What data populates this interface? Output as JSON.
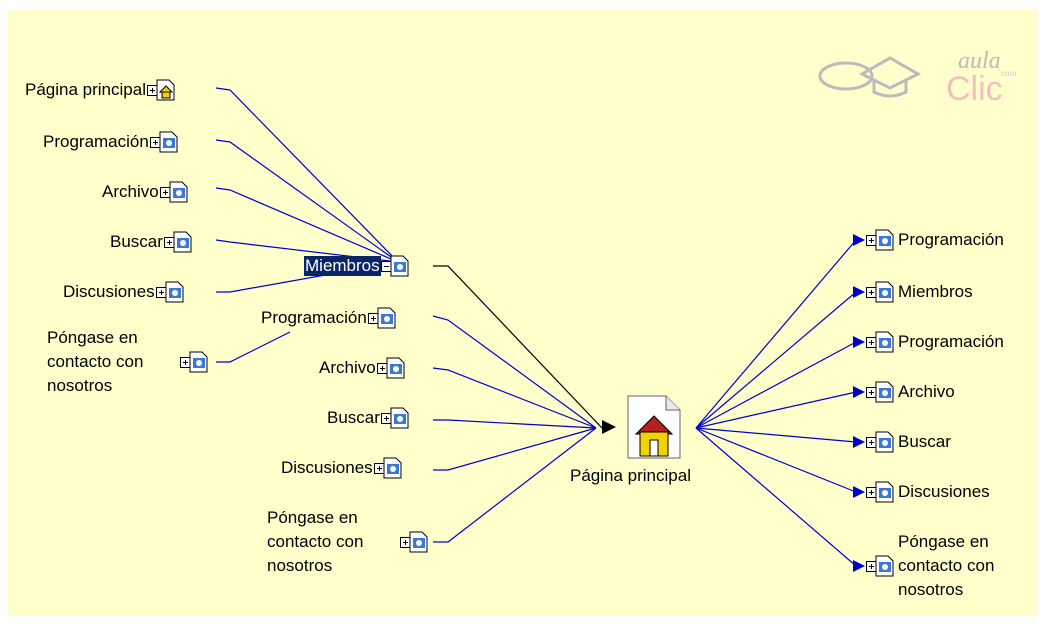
{
  "left_column": [
    {
      "label": "Página principal",
      "icon": "home-page-icon"
    },
    {
      "label": "Programación",
      "icon": "web-page-icon"
    },
    {
      "label": "Archivo",
      "icon": "web-page-icon"
    },
    {
      "label": "Buscar",
      "icon": "web-page-icon"
    },
    {
      "label": "Discusiones",
      "icon": "web-page-icon"
    },
    {
      "label": "Póngase en contacto con nosotros",
      "icon": "web-page-icon"
    }
  ],
  "middle_column": [
    {
      "label": "Miembros",
      "icon": "web-page-icon",
      "selected": true,
      "expanded": true
    },
    {
      "label": "Programación",
      "icon": "web-page-icon"
    },
    {
      "label": "Archivo",
      "icon": "web-page-icon"
    },
    {
      "label": "Buscar",
      "icon": "web-page-icon"
    },
    {
      "label": "Discusiones",
      "icon": "web-page-icon"
    },
    {
      "label": "Póngase en contacto con nosotros",
      "icon": "web-page-icon"
    }
  ],
  "center": {
    "label": "Página principal",
    "icon": "home-page-large-icon"
  },
  "right_column": [
    {
      "label": "Programación",
      "icon": "web-page-icon"
    },
    {
      "label": "Miembros",
      "icon": "web-page-icon"
    },
    {
      "label": "Programación",
      "icon": "web-page-icon"
    },
    {
      "label": "Archivo",
      "icon": "web-page-icon"
    },
    {
      "label": "Buscar",
      "icon": "web-page-icon"
    },
    {
      "label": "Discusiones",
      "icon": "web-page-icon"
    },
    {
      "label": "Póngase en contacto con nosotros",
      "icon": "web-page-icon"
    }
  ],
  "logo": {
    "line1": "aula",
    "line2": "Clic",
    "small": "com",
    "icon": "graduation-cap-mouse-logo"
  },
  "colors": {
    "background": "#ffffcc",
    "link": "#0000cc",
    "selected_bg": "#0a246a",
    "icon_blue": "#3a78d8"
  }
}
